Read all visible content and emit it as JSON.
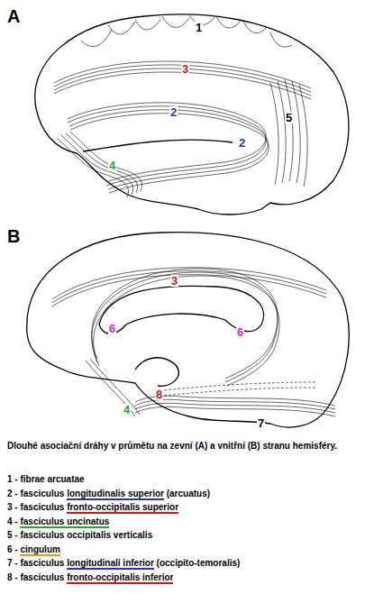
{
  "diagram": {
    "caption": "Dlouhé asociační dráhy v průmětu na zevní (A) a vnitřní (B) stranu hemisféry.",
    "labels": [
      "A",
      "1",
      "3",
      "2",
      "2",
      "5",
      "4",
      "B",
      "3",
      "6",
      "6",
      "8",
      "4",
      "7",
      "1 - fibrae arcuatae",
      "2 - fasciculus longitudinalis superior (arcuatus)",
      "3 - fasciculus fronto-occipitalis superior",
      "4 - fasciculus uncinatus",
      "5 - fasciculus occipitalis verticalis",
      "6 - cingulum",
      "7 - fasciculus longitudinali inferior (occipito-temoralis)",
      "8 - fasciculus fronto-occipitalis inferior"
    ]
  }
}
